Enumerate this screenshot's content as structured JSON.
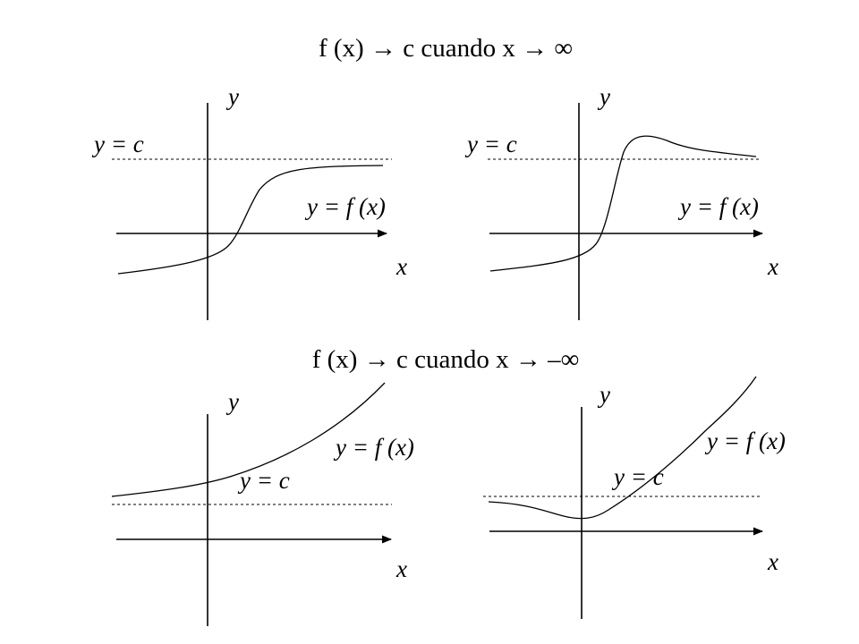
{
  "titles": {
    "top": "f (x)  →  c cuando x  →  ∞",
    "bottom": "f (x)  →  c cuando x  →  –∞"
  },
  "graphs": [
    {
      "y_axis_label": "y",
      "x_axis_label": "x",
      "asymptote_label": "y = c",
      "curve_label": "y = f (x)"
    },
    {
      "y_axis_label": "y",
      "x_axis_label": "x",
      "asymptote_label": "y = c",
      "curve_label": "y = f (x)"
    },
    {
      "y_axis_label": "y",
      "x_axis_label": "x",
      "asymptote_label": "y = c",
      "curve_label": "y = f (x)"
    },
    {
      "y_axis_label": "y",
      "x_axis_label": "x",
      "asymptote_label": "y = c",
      "curve_label": "y = f (x)"
    }
  ],
  "colors": {
    "ink": "#000000",
    "background": "#ffffff"
  }
}
